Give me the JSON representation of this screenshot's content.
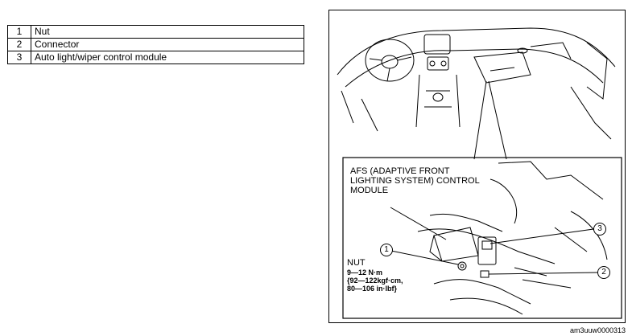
{
  "parts_table": [
    {
      "num": "1",
      "name": "Nut"
    },
    {
      "num": "2",
      "name": "Connector"
    },
    {
      "num": "3",
      "name": "Auto light/wiper control module"
    }
  ],
  "figure": {
    "afs_label_line1": "AFS (ADAPTIVE FRONT",
    "afs_label_line2": "LIGHTING SYSTEM) CONTROL",
    "afs_label_line3": "MODULE",
    "nut_title": "NUT",
    "nut_torque_line1": "9—12 N·m",
    "nut_torque_line2": "{92—122kgf·cm,",
    "nut_torque_line3": "80—106 in·lbf}",
    "callout_1": "1",
    "callout_2": "2",
    "callout_3": "3",
    "figure_code": "am3uuw0000313"
  }
}
